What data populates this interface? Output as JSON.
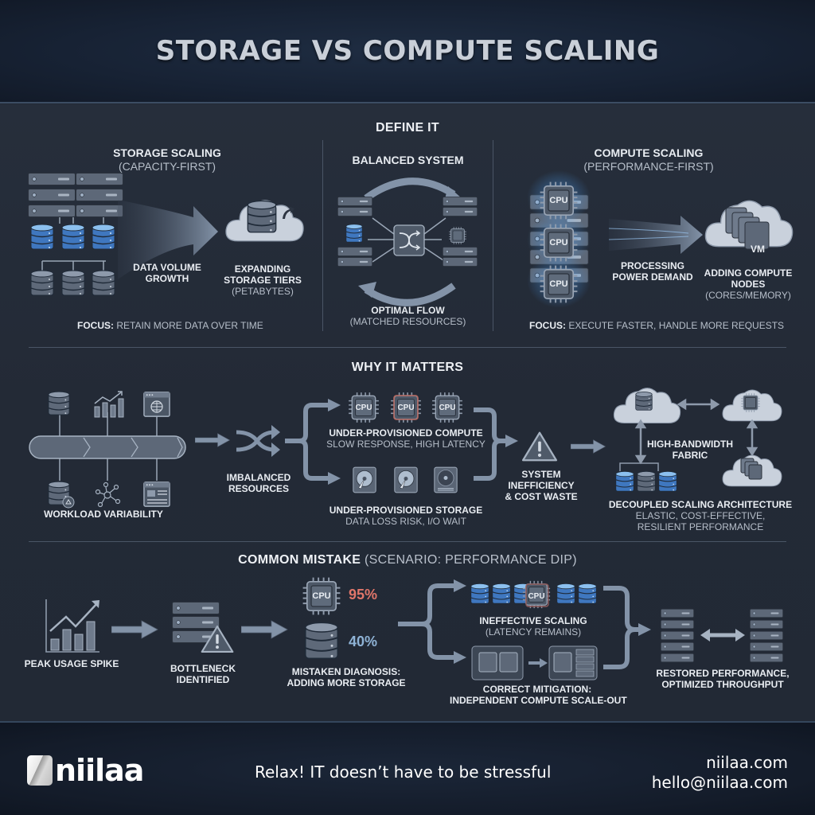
{
  "title": "STORAGE VS COMPUTE SCALING",
  "colors": {
    "background": "#232a36",
    "header_bg": "#172234",
    "accent_blue": "#4f8fd6",
    "icon_gray": "#6f7b8c",
    "arrow": "#8393a8",
    "alert_red": "#e0766a",
    "muted_blue": "#8fb3d6"
  },
  "define_it": {
    "heading": "DEFINE IT",
    "storage": {
      "title": "STORAGE SCALING",
      "subtitle": "(CAPACITY-FIRST)",
      "arrow_label": [
        "DATA VOLUME",
        "GROWTH"
      ],
      "target_title": [
        "EXPANDING",
        "STORAGE TIERS"
      ],
      "target_sub": "(PETABYTES)",
      "focus_label": "FOCUS:",
      "focus_text": "RETAIN MORE DATA OVER TIME"
    },
    "balanced": {
      "title": "BALANCED SYSTEM",
      "caption": "OPTIMAL FLOW",
      "caption_sub": "(MATCHED RESOURCES)"
    },
    "compute": {
      "title": "COMPUTE SCALING",
      "subtitle": "(PERFORMANCE-FIRST)",
      "cpu_label": "CPU",
      "arrow_label": [
        "PROCESSING",
        "POWER DEMAND"
      ],
      "vm_label": "VM",
      "target_title": [
        "ADDING COMPUTE",
        "NODES"
      ],
      "target_sub": "(CORES/MEMORY)",
      "focus_label": "FOCUS:",
      "focus_text": "EXECUTE FASTER, HANDLE MORE REQUESTS"
    }
  },
  "why_it_matters": {
    "heading": "WHY IT MATTERS",
    "workload_label": "WORKLOAD VARIABILITY",
    "imbalanced_label": [
      "IMBALANCED",
      "RESOURCES"
    ],
    "compute_branch": {
      "cpu_label": "CPU",
      "title": "UNDER-PROVISIONED COMPUTE",
      "sub": "SLOW RESPONSE, HIGH LATENCY"
    },
    "storage_branch": {
      "title": "UNDER-PROVISIONED STORAGE",
      "sub": "DATA LOSS RISK, I/O WAIT"
    },
    "result_label": [
      "SYSTEM",
      "INEFFICIENCY",
      "& COST WASTE"
    ],
    "fabric_label": [
      "HIGH-BANDWIDTH",
      "FABRIC"
    ],
    "solution_title": "DECOUPLED SCALING ARCHITECTURE",
    "solution_sub": [
      "ELASTIC, COST-EFFECTIVE,",
      "RESILIENT PERFORMANCE"
    ]
  },
  "common_mistake": {
    "heading_bold": "COMMON MISTAKE",
    "heading_light": "(SCENARIO: PERFORMANCE DIP)",
    "steps": {
      "spike": "PEAK USAGE SPIKE",
      "bottleneck": [
        "BOTTLENECK",
        "IDENTIFIED"
      ],
      "diagnosis": [
        "MISTAKEN DIAGNOSIS:",
        "ADDING MORE STORAGE"
      ],
      "cpu_label": "CPU",
      "cpu_usage": "95%",
      "storage_usage": "40%",
      "ineffective_title": "INEFFECTIVE SCALING",
      "ineffective_sub": "(LATENCY REMAINS)",
      "correct": [
        "CORRECT MITIGATION:",
        "INDEPENDENT COMPUTE SCALE-OUT"
      ],
      "restored": [
        "RESTORED PERFORMANCE,",
        "OPTIMIZED THROUGHPUT"
      ]
    }
  },
  "footer": {
    "brand": "niilaa",
    "tagline": "Relax! IT doesn’t have to be stressful",
    "website": "niilaa.com",
    "email": "hello@niilaa.com"
  }
}
